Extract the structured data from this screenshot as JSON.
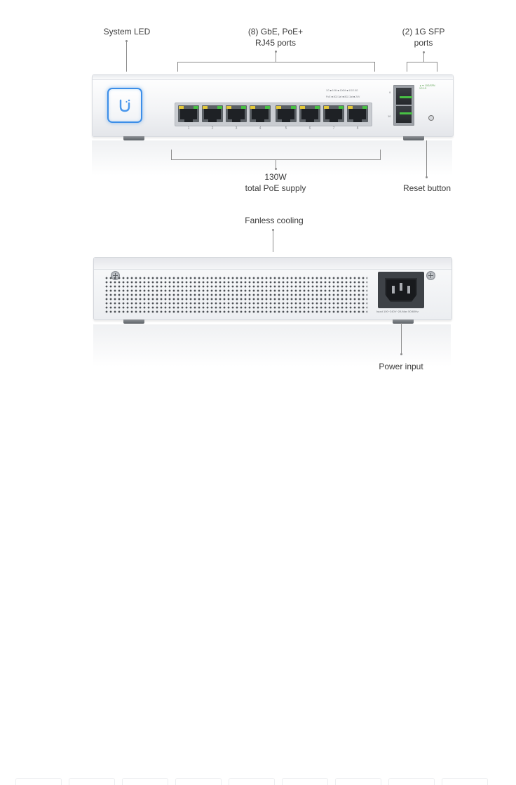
{
  "front_view": {
    "labels": {
      "system_led": "System LED",
      "rj45_line1": "(8) GbE, PoE+",
      "rj45_line2": "RJ45 ports",
      "sfp_line1": "(2) 1G SFP",
      "sfp_line2": "ports",
      "poe_line1": "130W",
      "poe_line2": "total PoE supply",
      "reset": "Reset button"
    },
    "port_numbers": [
      "1",
      "2",
      "3",
      "4",
      "5",
      "6",
      "7",
      "8"
    ],
    "port_legend": {
      "row1": "1G  ■ 10M  ■ 100M  ■ 1G/2.5G",
      "row2": "PoE  ■ 802.3af  ■ 802.3at  ■ 24V"
    },
    "sfp_numbers": [
      "9",
      "10"
    ],
    "sfp_status": {
      "line1": "▲▼ 10G/SFN",
      "line2": "1G  1G"
    }
  },
  "rear_view": {
    "labels": {
      "fanless": "Fanless cooling",
      "power": "Power input"
    },
    "power_spec": "Input 100~240V~2A Max 50/60Hz"
  },
  "colors": {
    "accent_blue": "#3c8ee8",
    "led_amber": "#e3c83a",
    "led_green": "#48c044"
  }
}
